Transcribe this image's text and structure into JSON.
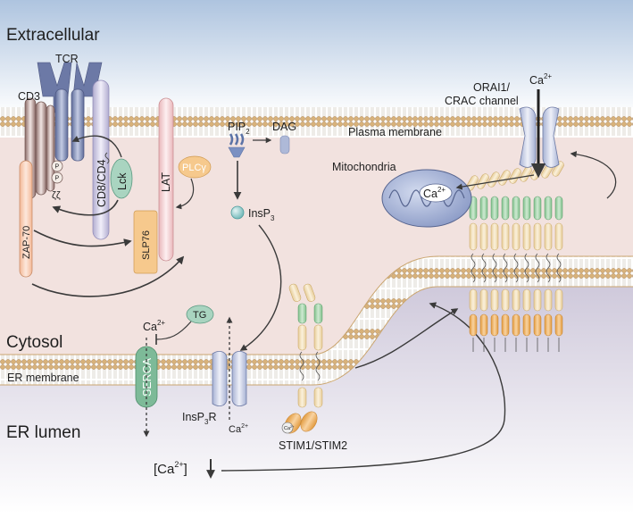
{
  "regions": {
    "extracellular": "Extracellular",
    "cytosol": "Cytosol",
    "er_lumen": "ER lumen"
  },
  "membranes": {
    "plasma": "Plasma membrane",
    "er": "ER membrane"
  },
  "labels": {
    "tcr": "TCR",
    "cd3": "CD3",
    "cd8_cd4": "CD8/CD4",
    "lck": "Lck",
    "lat": "LAT",
    "zap70": "ZAP-70",
    "slp76": "SLP76",
    "plc": "PLCγ",
    "pip_base": "PIP",
    "pip_sub": "2",
    "dag": "DAG",
    "insp_base": "InsP",
    "insp_sub": "3",
    "insp3r_base": "InsP",
    "insp3r_sub": "3",
    "insp3r_suffix": "R",
    "mitochondria": "Mitochondria",
    "orai_line1": "ORAI1/",
    "orai_line2": "CRAC channel",
    "serca": "SERCA",
    "tg": "TG",
    "stim": "STIM1/STIM2",
    "p": "P",
    "zeta": "ζζ",
    "ca": "Ca",
    "ca_sup": "2+",
    "ca_lumen_open": "[Ca",
    "ca_lumen_sup": "2+",
    "ca_lumen_close": "]"
  },
  "colors": {
    "extracellular_top": "#aec4df",
    "cytosol_pink": "#f1dfdd",
    "er_lumen": "#d7d2e0",
    "cd3": "#a68580",
    "tcr": "#7c89b2",
    "cd8": "#cac5e0",
    "lck": "#a9d4c0",
    "lat": "#f2c9cc",
    "zap70": "#f7cdb3",
    "slp76": "#f6c98d",
    "plc": "#f6c98d",
    "insp3": "#8fcfcf",
    "green_domain": "#a7d5a9",
    "orange_domain": "#eeaa55",
    "pale_domain": "#f3deb3",
    "serca": "#7dba98",
    "mito": "#a3b3d7"
  }
}
